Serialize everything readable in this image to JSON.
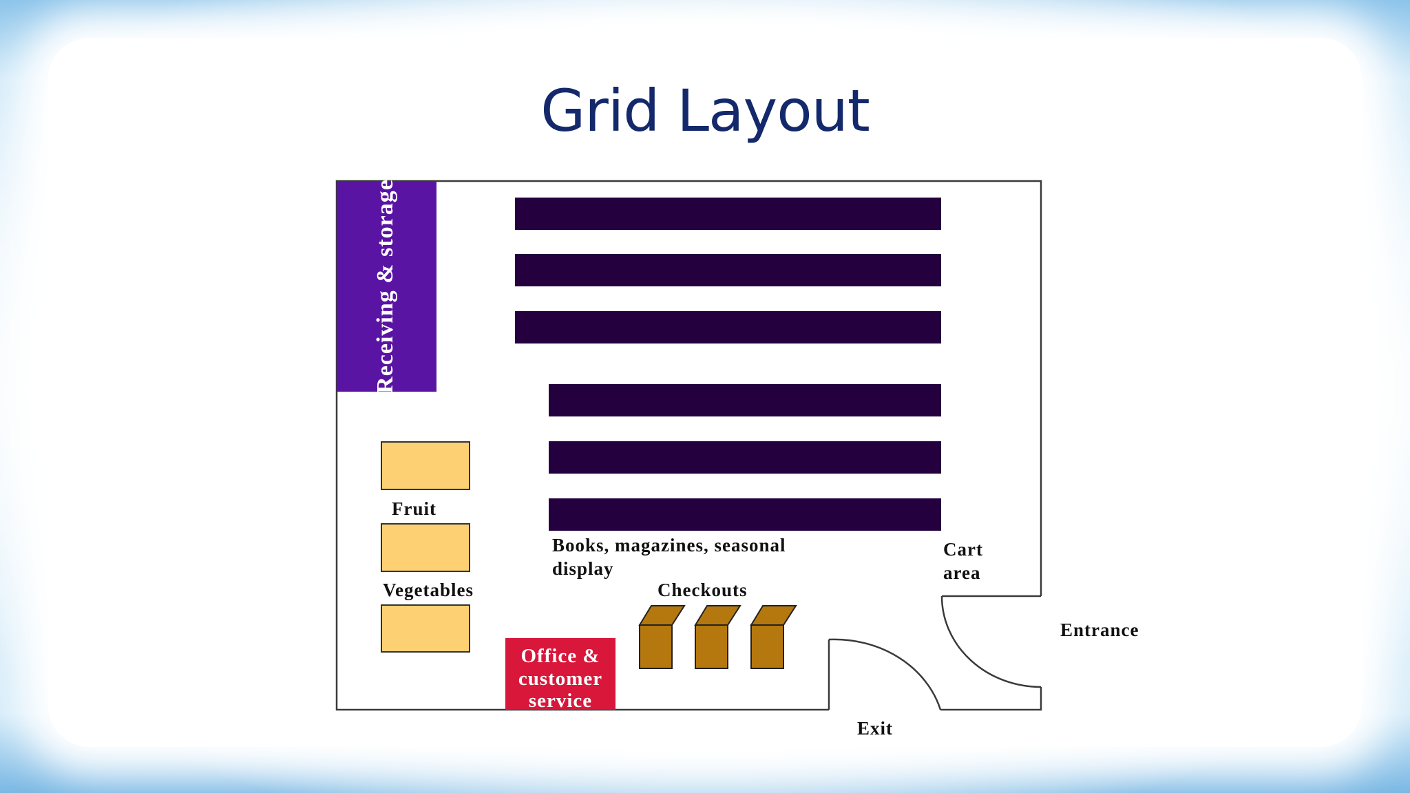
{
  "slide": {
    "title": "Grid Layout"
  },
  "plan": {
    "receiving_label": "Receiving & storage",
    "fruit_label": "Fruit",
    "vegetables_label": "Vegetables",
    "books_label_line1": "Books, magazines, seasonal",
    "books_label_line2": "display",
    "checkouts_label": "Checkouts",
    "cart_label_line1": "Cart",
    "cart_label_line2": "area",
    "entrance_label": "Entrance",
    "exit_label": "Exit",
    "office_label_line1": "Office &",
    "office_label_line2": "customer",
    "office_label_line3": "service"
  },
  "colors": {
    "title": "#14296b",
    "shelf": "#24003f",
    "receiving": "#5a14a3",
    "produce": "#fdd173",
    "office": "#d8173a",
    "checkout": "#b5780f"
  }
}
